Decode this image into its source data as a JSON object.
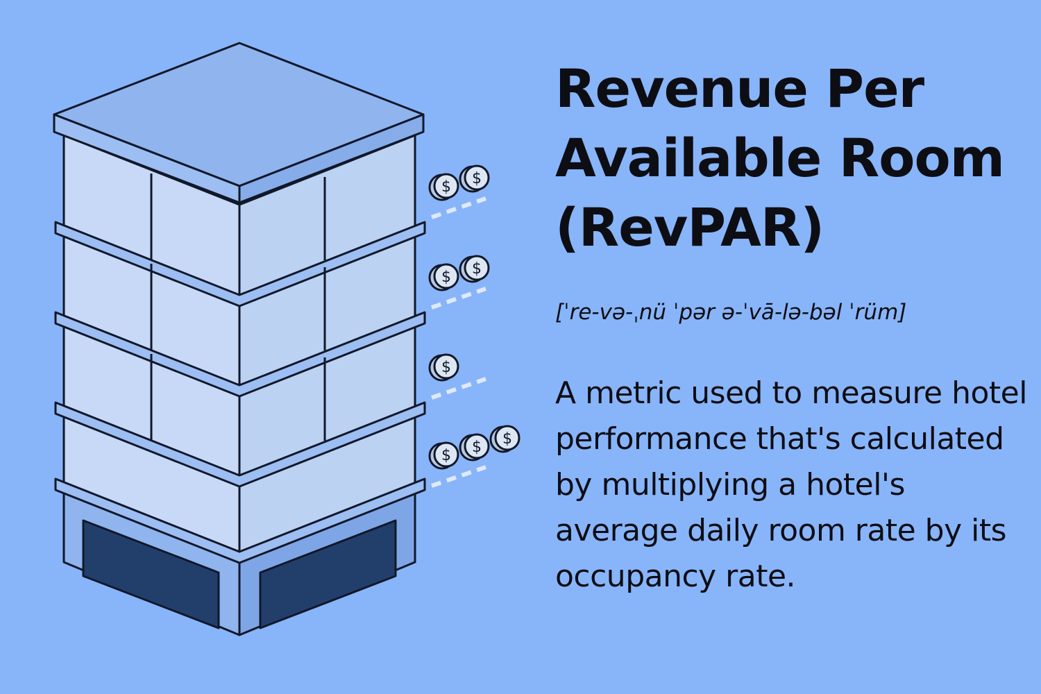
{
  "title": "Revenue Per Available Room (RevPAR)",
  "pronunciation": "[ˈre-və-ˌnü ˈpər ə-ˈvā-lə-bəl ˈrüm]",
  "description": "A metric used to measure hotel performance that's calculated by multiplying a hotel's average daily room rate by its occupancy rate.",
  "illustration": {
    "coin_symbol": "$",
    "coins_per_floor": [
      2,
      2,
      1,
      3
    ]
  },
  "colors": {
    "background": "#88b5f9",
    "building_face": "#c7d9f6",
    "roof": "#8fb4ee",
    "garage_door": "#223f6c",
    "outline": "#10182a"
  }
}
